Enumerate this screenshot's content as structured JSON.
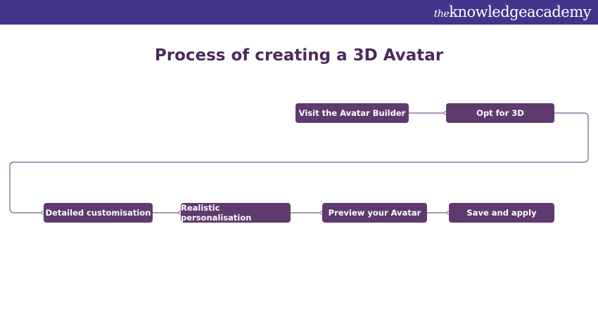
{
  "brand": {
    "prefix": "the",
    "name": "knowledgeacademy"
  },
  "title": "Process of creating a 3D Avatar",
  "steps": [
    "Visit the Avatar Builder",
    "Opt for 3D",
    "Detailed customisation",
    "Realistic personalisation",
    "Preview your Avatar",
    "Save and apply"
  ],
  "colors": {
    "header": "#43348b",
    "box": "#5e3a6e",
    "title": "#4b2a5c"
  }
}
